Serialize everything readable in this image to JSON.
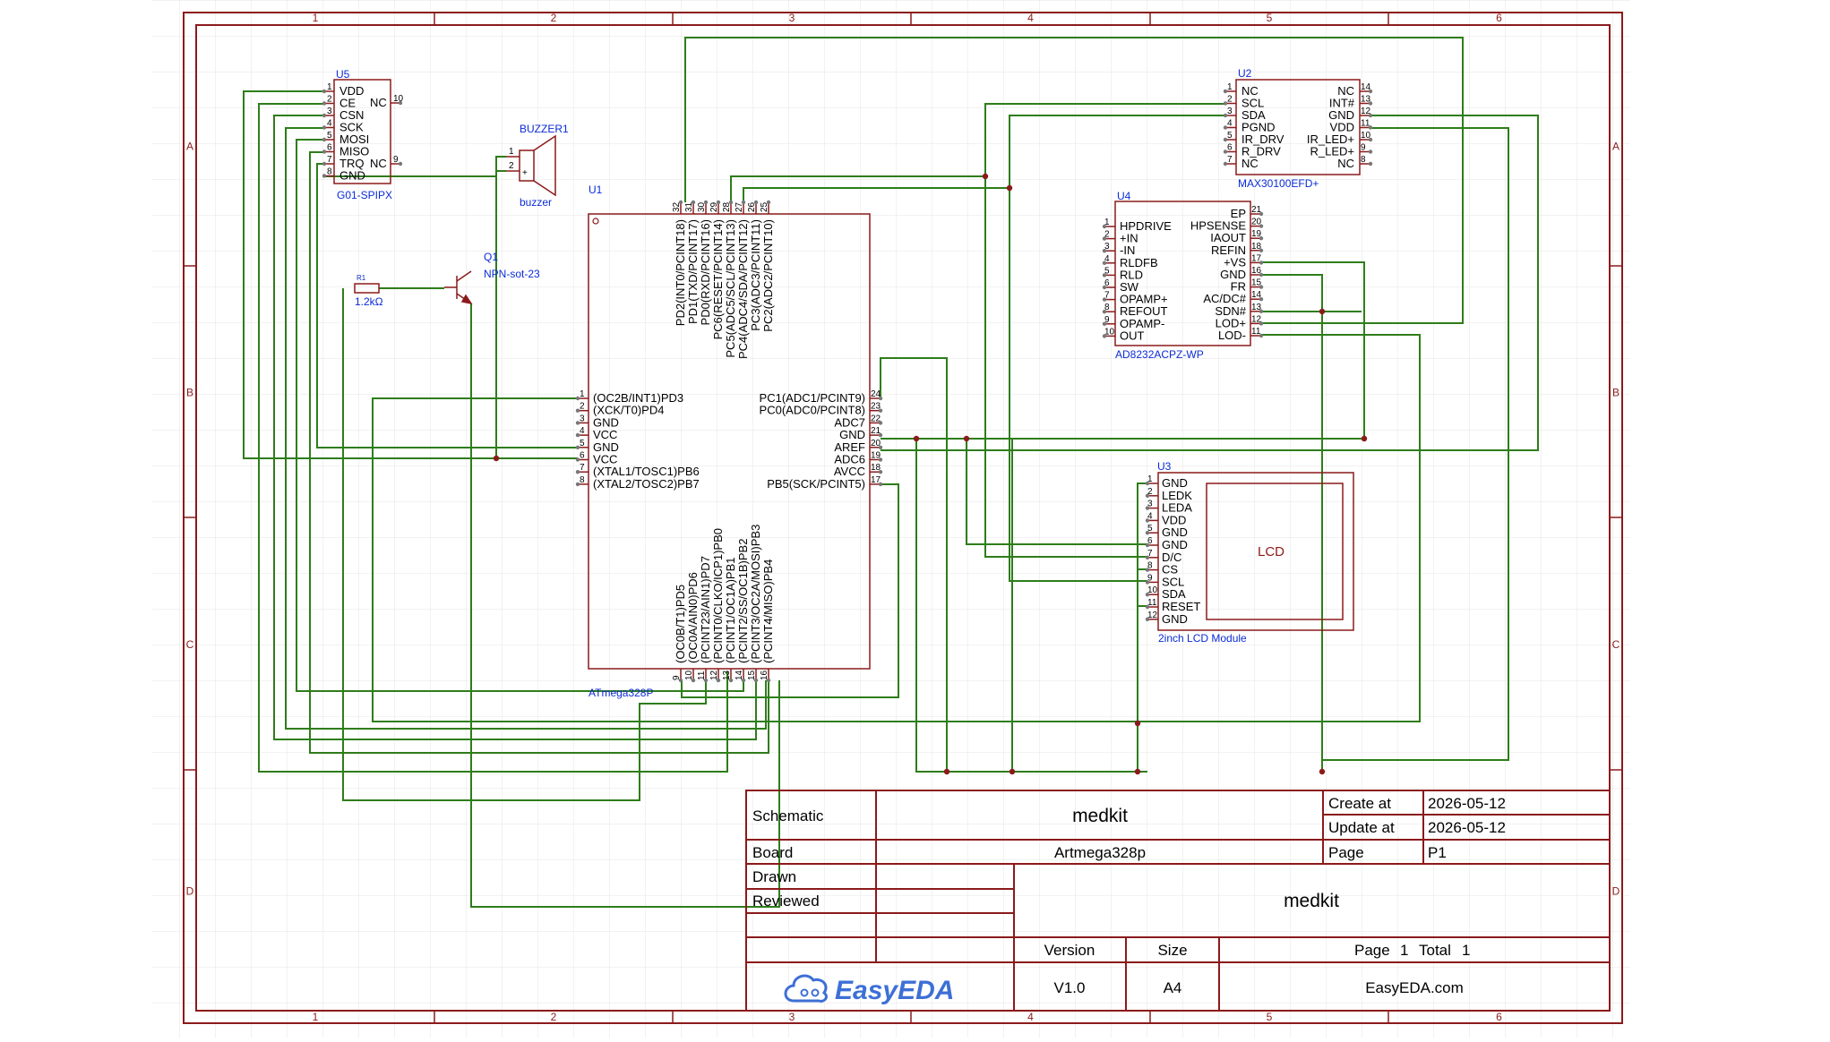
{
  "colors": {
    "frame": "#8b1a1a",
    "wire": "#2e7d1a",
    "designator": "#0a2bd6",
    "grid": "#e6e6e6"
  },
  "border": {
    "columns": [
      "1",
      "2",
      "3",
      "4",
      "5",
      "6"
    ],
    "rows": [
      "A",
      "B",
      "C",
      "D"
    ]
  },
  "components": {
    "u5": {
      "ref": "U5",
      "value": "G01-SPIPX",
      "left_pins": [
        "VDD",
        "CE",
        "CSN",
        "SCK",
        "MOSI",
        "MISO",
        "TRQ",
        "GND"
      ],
      "left_nums": [
        "1",
        "2",
        "3",
        "4",
        "5",
        "6",
        "7",
        "8"
      ],
      "right_labels": [
        "NC",
        "NC"
      ],
      "right_nums": [
        "10",
        "9"
      ]
    },
    "buzzer": {
      "ref": "BUZZER1",
      "value": "buzzer",
      "pin1": "1",
      "pin2": "2",
      "plus": "+"
    },
    "q1": {
      "ref": "Q1",
      "value": "NPN-sot-23"
    },
    "r1": {
      "ref": "R1",
      "value": "1.2kΩ"
    },
    "u1": {
      "ref": "U1",
      "value": "ATmega328P",
      "top_pins": [
        "PD2(INT0/PCINT18)",
        "PD1(TXD/PCINT17)",
        "PD0(RXD/PCINT16)",
        "PC6(RESET/PCINT14)",
        "PC5(ADC5/SCL/PCINT13)",
        "PC4(ADC4/SDA/PCINT12)",
        "PC3(ADC3/PCINT11)",
        "PC2(ADC2/PCINT10)"
      ],
      "top_nums": [
        "32",
        "31",
        "30",
        "29",
        "28",
        "27",
        "26",
        "25"
      ],
      "left_pins": [
        "(OC2B/INT1)PD3",
        "(XCK/T0)PD4",
        "GND",
        "VCC",
        "GND",
        "VCC",
        "(XTAL1/TOSC1)PB6",
        "(XTAL2/TOSC2)PB7"
      ],
      "left_nums": [
        "1",
        "2",
        "3",
        "4",
        "5",
        "6",
        "7",
        "8"
      ],
      "right_pins": [
        "PC1(ADC1/PCINT9)",
        "PC0(ADC0/PCINT8)",
        "ADC7",
        "GND",
        "AREF",
        "ADC6",
        "AVCC",
        "PB5(SCK/PCINT5)"
      ],
      "right_nums": [
        "24",
        "23",
        "22",
        "21",
        "20",
        "19",
        "18",
        "17"
      ],
      "bottom_pins": [
        "(OC0B/T1)PD5",
        "(OC0A/AIN0)PD6",
        "(PCINT23/AIN1)PD7",
        "(PCINT0/CLKO/ICP1)PB0",
        "(PCINT1/OC1A)PB1",
        "(PCINT2/SS/OC1B)PB2",
        "(PCINT3/OC2A/MOSI)PB3",
        "(PCINT4/MISO)PB4"
      ],
      "bottom_nums": [
        "9",
        "10",
        "11",
        "12",
        "13",
        "14",
        "15",
        "16"
      ]
    },
    "u2": {
      "ref": "U2",
      "value": "MAX30100EFD+",
      "left_pins": [
        "NC",
        "SCL",
        "SDA",
        "PGND",
        "IR_DRV",
        "R_DRV",
        "NC"
      ],
      "left_nums": [
        "1",
        "2",
        "3",
        "4",
        "5",
        "6",
        "7"
      ],
      "right_pins": [
        "NC",
        "INT#",
        "GND",
        "VDD",
        "IR_LED+",
        "R_LED+",
        "NC"
      ],
      "right_nums": [
        "14",
        "13",
        "12",
        "11",
        "10",
        "9",
        "8"
      ]
    },
    "u4": {
      "ref": "U4",
      "value": "AD8232ACPZ-WP",
      "left_pins": [
        "HPDRIVE",
        "+IN",
        "-IN",
        "RLDFB",
        "RLD",
        "SW",
        "OPAMP+",
        "REFOUT",
        "OPAMP-",
        "OUT"
      ],
      "left_nums": [
        "1",
        "2",
        "3",
        "4",
        "5",
        "6",
        "7",
        "8",
        "9",
        "10"
      ],
      "right_pins": [
        "EP",
        "HPSENSE",
        "IAOUT",
        "REFIN",
        "+VS",
        "GND",
        "FR",
        "AC/DC#",
        "SDN#",
        "LOD+",
        "LOD-"
      ],
      "right_nums": [
        "21",
        "20",
        "19",
        "18",
        "17",
        "16",
        "15",
        "14",
        "13",
        "12",
        "11"
      ]
    },
    "u3": {
      "ref": "U3",
      "value": "2inch LCD Module",
      "screen": "LCD",
      "left_pins": [
        "GND",
        "LEDK",
        "LEDA",
        "VDD",
        "GND",
        "GND",
        "D/C",
        "CS",
        "SCL",
        "SDA",
        "RESET",
        "GND"
      ],
      "left_nums": [
        "1",
        "2",
        "3",
        "4",
        "5",
        "6",
        "7",
        "8",
        "9",
        "10",
        "11",
        "12"
      ]
    }
  },
  "title_block": {
    "schematic_label": "Schematic",
    "schematic_value": "medkit",
    "create_label": "Create at",
    "create_value": "2026-05-12",
    "update_label": "Update at",
    "update_value": "2026-05-12",
    "board_label": "Board",
    "board_value": "Artmega328p",
    "page_label": "Page",
    "page_value": "P1",
    "drawn_label": "Drawn",
    "reviewed_label": "Reviewed",
    "big_title": "medkit",
    "version_label": "Version",
    "version_value": "V1.0",
    "size_label": "Size",
    "size_value": "A4",
    "page_word": "Page",
    "page_num": "1",
    "total_word": "Total",
    "total_num": "1",
    "logo": "EasyEDA",
    "website": "EasyEDA.com"
  }
}
